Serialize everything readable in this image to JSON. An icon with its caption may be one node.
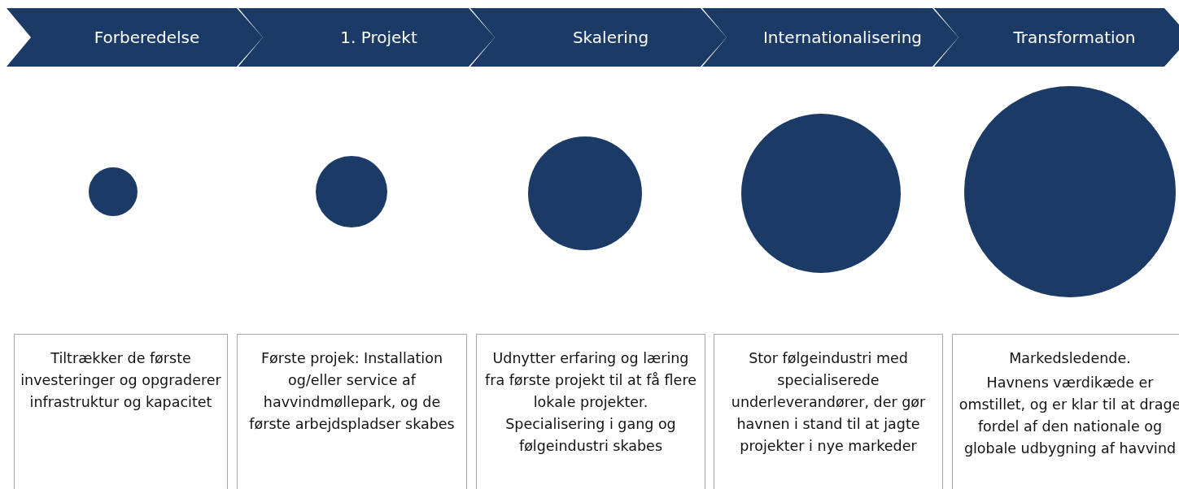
{
  "diagram": {
    "nodes": [
      {
        "text": [
          "Forberedelse"
        ]
      },
      {
        "text": [
          "1. Projekt"
        ]
      },
      {
        "text": [
          "Skalering"
        ]
      },
      {
        "text": [
          "Internationalisering"
        ]
      },
      {
        "text": [
          "Transformation"
        ]
      },
      {
        "text": [],
        "shape": "circle"
      },
      {
        "text": [],
        "shape": "circle"
      },
      {
        "text": [],
        "shape": "circle"
      },
      {
        "text": [],
        "shape": "circle"
      },
      {
        "text": [],
        "shape": "circle"
      },
      {
        "text": [
          "Tiltrækker de første investeringer og opgraderer infrastruktur og kapacitet"
        ]
      },
      {
        "text": [
          "Første projek: Installation og/eller service af havvindmøllepark, og de første arbejdspladser skabes"
        ]
      },
      {
        "text": [
          "Udnytter erfaring og læring fra første projekt til at få flere lokale projekter. Specialisering i gang og følgeindustri skabes"
        ]
      },
      {
        "text": [
          "Stor følgeindustri med specialiserede underleverandører, der gør havnen i stand til at jagte projekter i nye markeder"
        ]
      },
      {
        "text": [
          "Markedsledende.",
          "Havnens værdikæde er omstillet, og er klar til at drage fordel af den nationale og globale udbygning af havvind"
        ]
      }
    ],
    "edges": []
  }
}
